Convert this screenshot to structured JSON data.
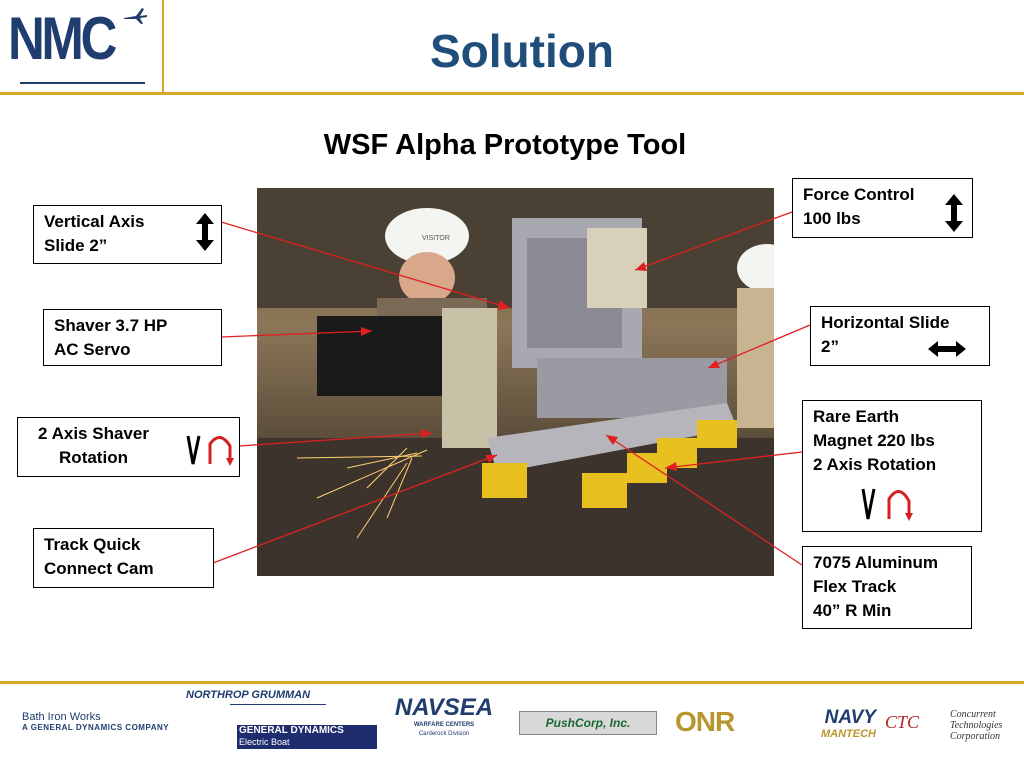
{
  "header": {
    "logo_text": "NMC",
    "title": "Solution"
  },
  "subtitle": "WSF Alpha Prototype Tool",
  "callouts": {
    "vertical_axis": [
      "Vertical Axis",
      "Slide 2”"
    ],
    "shaver": [
      "Shaver 3.7 HP",
      "AC Servo"
    ],
    "shaver_rotation": [
      "2 Axis Shaver",
      "Rotation"
    ],
    "track_cam": [
      "Track Quick",
      "Connect Cam"
    ],
    "force_control": [
      "Force Control",
      "100 lbs"
    ],
    "horizontal_slide": [
      "Horizontal Slide",
      "2”"
    ],
    "magnet": [
      "Rare Earth",
      "Magnet  220 lbs",
      "2 Axis Rotation"
    ],
    "flex_track": [
      "7075 Aluminum",
      "Flex Track",
      "40” R Min"
    ]
  },
  "photo": {
    "helmet_label": "VISITOR"
  },
  "sponsors": {
    "bath_iron_works": [
      "Bath Iron Works",
      "A GENERAL DYNAMICS COMPANY"
    ],
    "northrop": "NORTHROP GRUMMAN",
    "general_dynamics": [
      "GENERAL DYNAMICS",
      "Electric Boat"
    ],
    "navsea": [
      "NAVSEA",
      "WARFARE CENTERS",
      "Carderock Division"
    ],
    "pushcorp": "PushCorp, Inc.",
    "onr": "ONR",
    "navy_mantech": [
      "NAVY",
      "MANTECH"
    ],
    "ctc": [
      "CTC",
      "Concurrent",
      "Technologies",
      "Corporation"
    ]
  },
  "colors": {
    "accent_gold": "#d7a82a",
    "title_blue": "#1f4e7a",
    "leader_red": "#e02020"
  }
}
